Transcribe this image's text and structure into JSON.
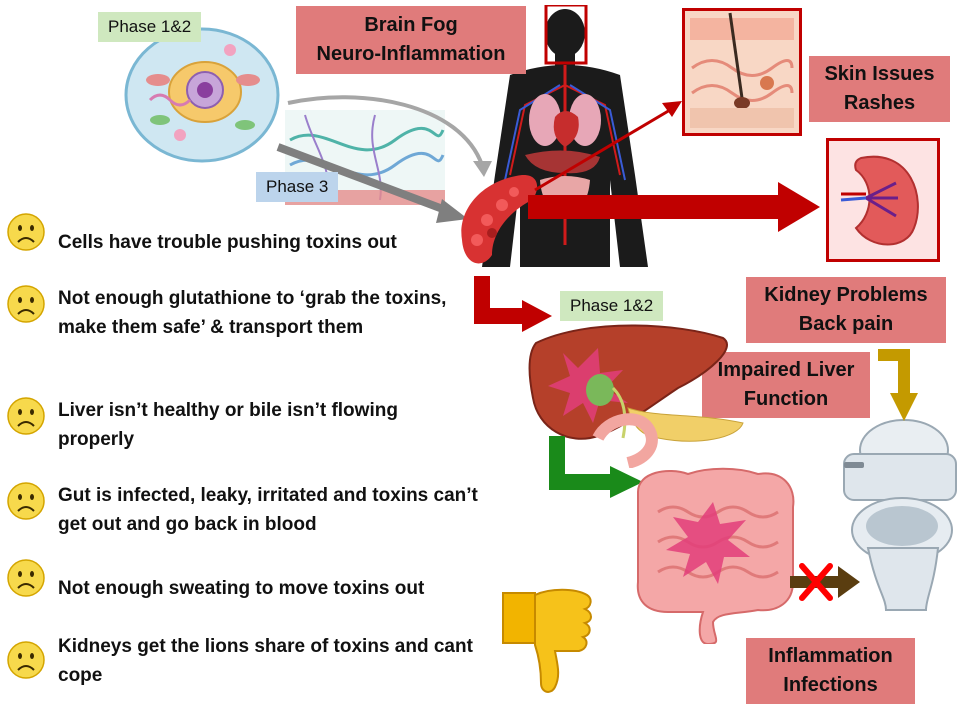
{
  "labels": {
    "phase_cell": "Phase 1&2",
    "phase_3": "Phase 3",
    "phase_liver": "Phase 1&2"
  },
  "callouts": {
    "brain": [
      "Brain Fog",
      "Neuro-Inflammation"
    ],
    "skin": [
      "Skin Issues",
      "Rashes"
    ],
    "kidney": [
      "Kidney Problems",
      "Back pain"
    ],
    "liver": [
      "Impaired Liver",
      "Function"
    ],
    "gut": [
      "Inflammation",
      "Infections"
    ]
  },
  "problems": [
    {
      "icon": "sad-face-icon",
      "text": "Cells have trouble pushing toxins out"
    },
    {
      "icon": "sad-face-icon",
      "text": "Not enough glutathione to ‘grab the toxins, make them safe’ & transport them"
    },
    {
      "icon": "sad-face-icon",
      "text": "Liver isn’t healthy or bile isn’t flowing properly"
    },
    {
      "icon": "sad-face-icon",
      "text": "Gut is infected, leaky, irritated and toxins can’t get out and go back in blood"
    },
    {
      "icon": "sad-face-icon",
      "text": "Not enough sweating to move toxins out"
    },
    {
      "icon": "sad-face-icon",
      "text": "Kidneys get the lions share of toxins and cant cope"
    }
  ],
  "colors": {
    "callout_bg": "#e07b7b",
    "phase_green": "#cfe8bf",
    "phase_blue": "#bcd4ec",
    "arrow_red": "#c00000",
    "arrow_green": "#1a8a1a",
    "arrow_gold": "#c49a00",
    "arrow_brown": "#5a3d10",
    "x_mark": "#ff0000"
  }
}
